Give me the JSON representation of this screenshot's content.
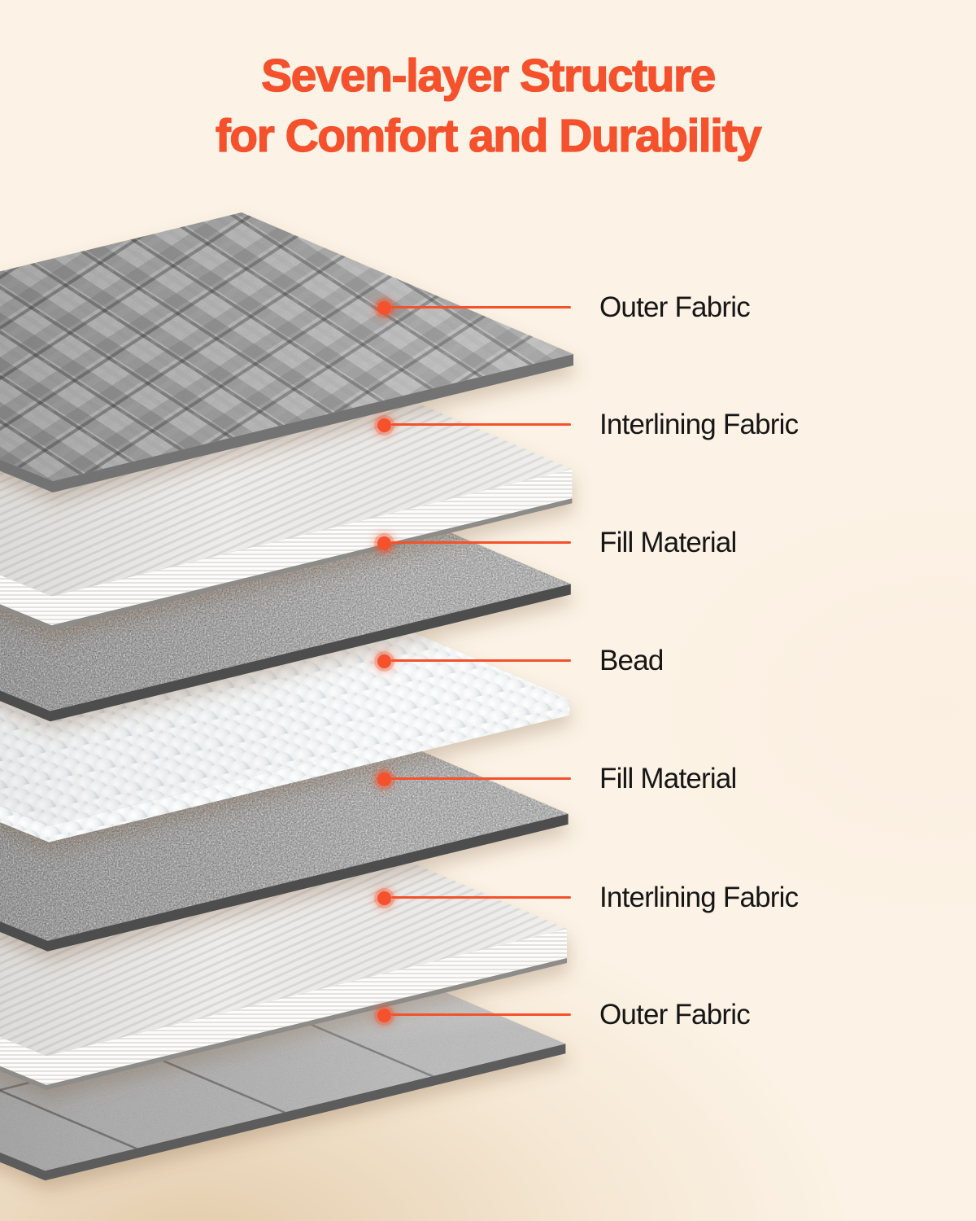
{
  "title": {
    "line1": "Seven-layer Structure",
    "line2": "for Comfort and Durability"
  },
  "colors": {
    "accent": "#F4512C",
    "background": "#FCF3E6",
    "background_shadow": "#E9D5B8",
    "label_text": "#161616",
    "bead": "#DFE4E7",
    "fabric_gray": "#B6B6B6",
    "interlining_white": "#FAFAF9"
  },
  "layers": [
    {
      "label": "Outer Fabric",
      "texture": "cable-knit"
    },
    {
      "label": "Interlining Fabric",
      "texture": "ribbed-white"
    },
    {
      "label": "Fill Material",
      "texture": "heather"
    },
    {
      "label": "Bead",
      "texture": "beads"
    },
    {
      "label": "Fill Material",
      "texture": "heather"
    },
    {
      "label": "Interlining Fabric",
      "texture": "ribbed-white"
    },
    {
      "label": "Outer Fabric",
      "texture": "quilt-grid"
    }
  ]
}
